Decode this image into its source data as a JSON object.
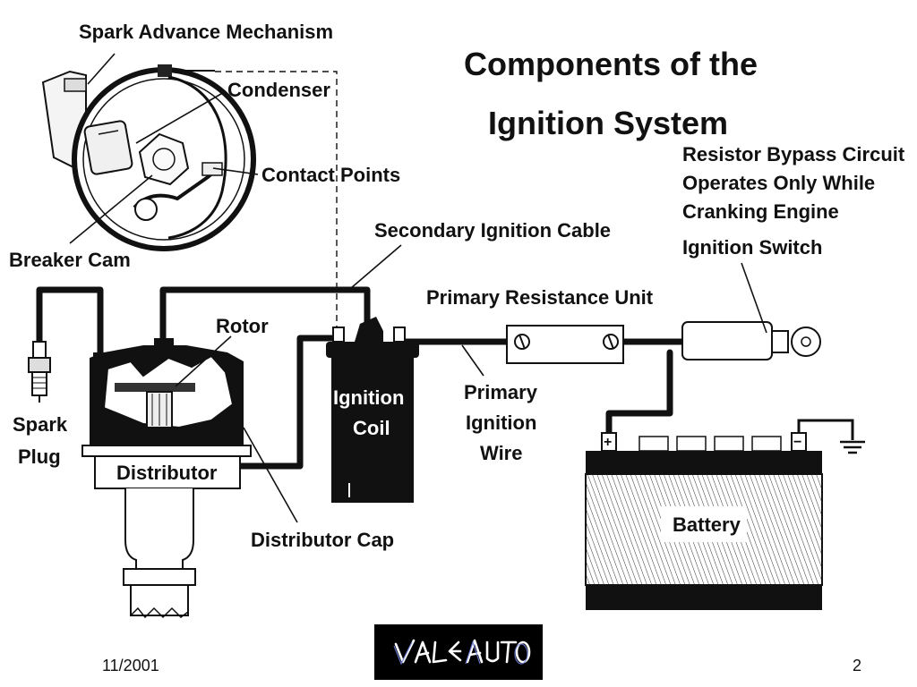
{
  "title_line1": "Components of the",
  "title_line2": "Ignition System",
  "labels": {
    "spark_advance": "Spark Advance Mechanism",
    "condenser": "Condenser",
    "contact_points": "Contact Points",
    "breaker_cam": "Breaker Cam",
    "secondary_cable": "Secondary Ignition Cable",
    "resistor_bypass_1": "Resistor Bypass Circuit",
    "resistor_bypass_2": "Operates Only While",
    "resistor_bypass_3": "Cranking Engine",
    "ignition_switch": "Ignition Switch",
    "primary_resistance": "Primary Resistance Unit",
    "rotor": "Rotor",
    "ignition_coil_1": "Ignition",
    "ignition_coil_2": "Coil",
    "primary_wire_1": "Primary",
    "primary_wire_2": "Ignition",
    "primary_wire_3": "Wire",
    "spark_plug_1": "Spark",
    "spark_plug_2": "Plug",
    "distributor": "Distributor",
    "distributor_cap": "Distributor Cap",
    "battery": "Battery",
    "plus": "+",
    "minus": "−"
  },
  "footer": {
    "date": "11/2001",
    "page": "2",
    "logo_text": "VALE AUTO"
  }
}
